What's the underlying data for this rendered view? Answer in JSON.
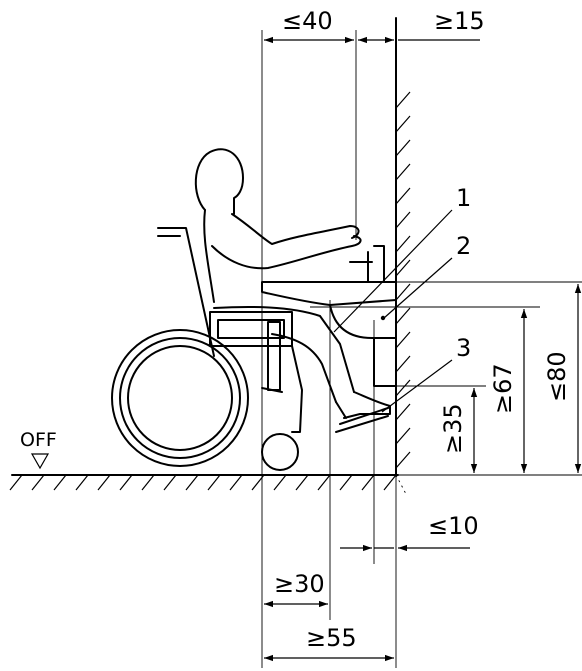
{
  "dimensions": {
    "top_left": "≤40",
    "top_right": "≥15",
    "bottom_small": "≤10",
    "bottom_mid": "≥30",
    "bottom_wide": "≥55",
    "right_low": "≥35",
    "right_mid": "≥67",
    "right_high": "≤80"
  },
  "callouts": {
    "one": "1",
    "two": "2",
    "three": "3"
  },
  "floor_label": "OFF"
}
